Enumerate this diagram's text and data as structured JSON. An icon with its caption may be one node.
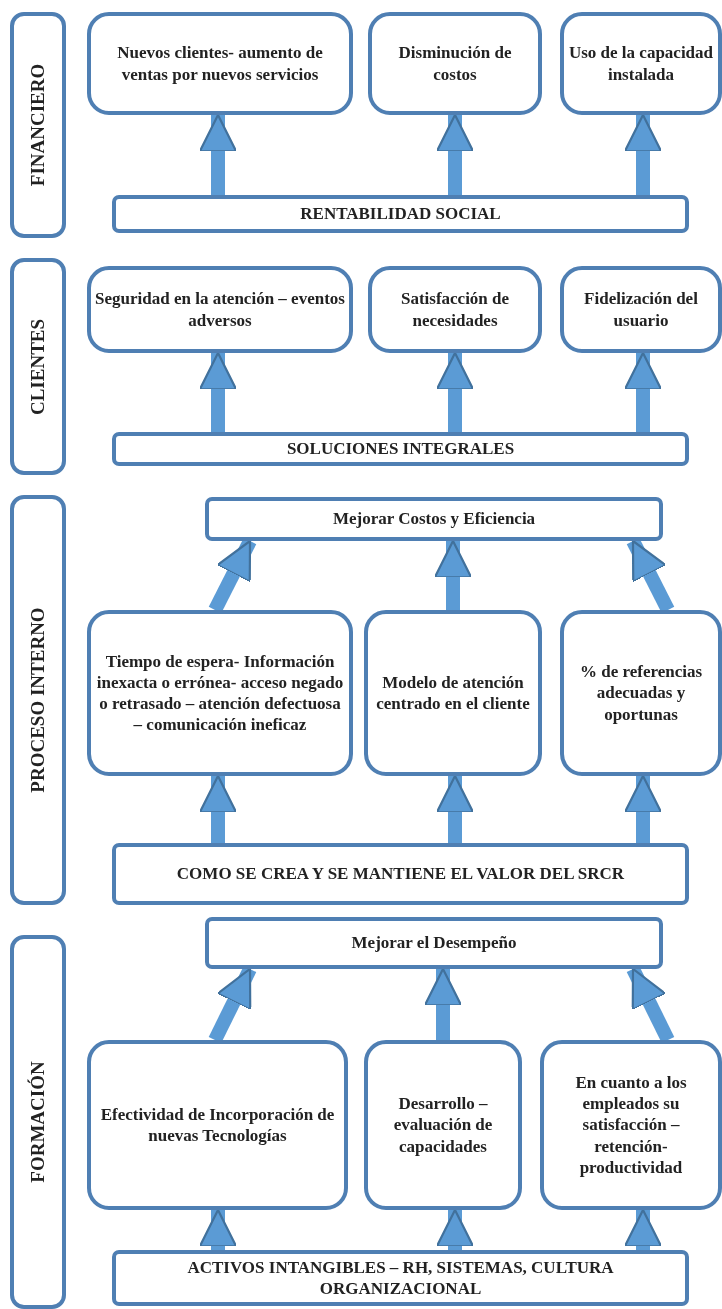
{
  "diagram": {
    "nodes": [
      {
        "text": [
          "FINANCIERO"
        ]
      },
      {
        "text": [
          "Nuevos clientes- aumento de ventas por nuevos servicios"
        ]
      },
      {
        "text": [
          "Disminución de costos"
        ]
      },
      {
        "text": [
          "Uso de la capacidad instalada"
        ]
      },
      {
        "text": [
          "RENTABILIDAD SOCIAL"
        ]
      },
      {
        "text": [
          "CLIENTES"
        ]
      },
      {
        "text": [
          "Seguridad en la atención – eventos adversos"
        ]
      },
      {
        "text": [
          "Satisfacción de necesidades"
        ]
      },
      {
        "text": [
          "Fidelización del usuario"
        ]
      },
      {
        "text": [
          "SOLUCIONES INTEGRALES"
        ]
      },
      {
        "text": [
          "PROCESO INTERNO"
        ]
      },
      {
        "text": [
          "Mejorar Costos y Eficiencia"
        ]
      },
      {
        "text": [
          "Tiempo de espera- Información inexacta o errónea- acceso negado o retrasado – atención defectuosa – comunicación ineficaz"
        ]
      },
      {
        "text": [
          "Modelo de atención centrado en el cliente"
        ]
      },
      {
        "text": [
          "% de referencias adecuadas y oportunas"
        ]
      },
      {
        "text": [
          "COMO SE CREA Y SE MANTIENE EL VALOR DEL SRCR"
        ]
      },
      {
        "text": [
          "FORMACIÓN"
        ]
      },
      {
        "text": [
          "Mejorar el Desempeño"
        ]
      },
      {
        "text": [
          "Efectividad de Incorporación de nuevas Tecnologías"
        ]
      },
      {
        "text": [
          "Desarrollo – evaluación de capacidades"
        ]
      },
      {
        "text": [
          "En cuanto a los empleados su satisfacción – retención- productividad"
        ]
      },
      {
        "text": [
          "ACTIVOS INTANGIBLES – RH, SISTEMAS, CULTURA ORGANIZACIONAL"
        ]
      }
    ],
    "edges": [
      {
        "from": 4,
        "to": 1,
        "arrow": "to"
      },
      {
        "from": 4,
        "to": 2,
        "arrow": "to"
      },
      {
        "from": 4,
        "to": 3,
        "arrow": "to"
      },
      {
        "from": 9,
        "to": 6,
        "arrow": "to"
      },
      {
        "from": 9,
        "to": 7,
        "arrow": "to"
      },
      {
        "from": 9,
        "to": 8,
        "arrow": "to"
      },
      {
        "from": 12,
        "to": 11,
        "arrow": "to"
      },
      {
        "from": 13,
        "to": 11,
        "arrow": "to"
      },
      {
        "from": 14,
        "to": 11,
        "arrow": "to"
      },
      {
        "from": 15,
        "to": 12,
        "arrow": "to"
      },
      {
        "from": 15,
        "to": 13,
        "arrow": "to"
      },
      {
        "from": 15,
        "to": 14,
        "arrow": "to"
      },
      {
        "from": 18,
        "to": 17,
        "arrow": "to"
      },
      {
        "from": 19,
        "to": 17,
        "arrow": "to"
      },
      {
        "from": 20,
        "to": 17,
        "arrow": "to"
      },
      {
        "from": 21,
        "to": 18,
        "arrow": "to"
      },
      {
        "from": 21,
        "to": 19,
        "arrow": "to"
      },
      {
        "from": 21,
        "to": 20,
        "arrow": "to"
      }
    ]
  }
}
